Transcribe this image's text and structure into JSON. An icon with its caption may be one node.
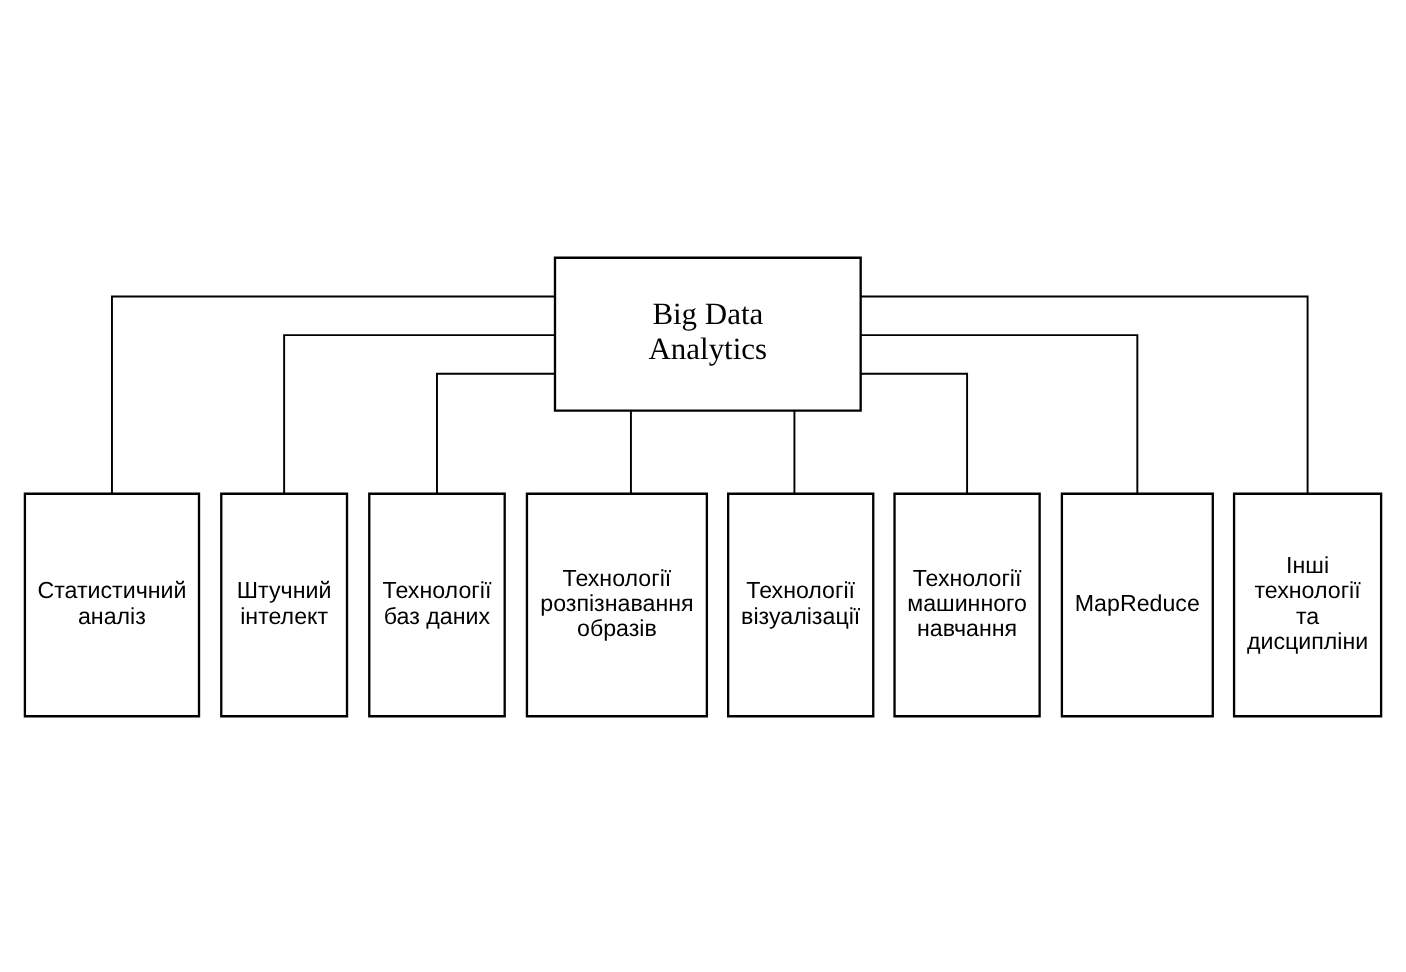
{
  "diagram": {
    "nodes": [
      {
        "text": [
          "Big Data Analytics"
        ]
      },
      {
        "text": [
          "Статистичний аналіз"
        ]
      },
      {
        "text": [
          "Штучний інтелект"
        ]
      },
      {
        "text": [
          "Технології баз даних"
        ]
      },
      {
        "text": [
          "Технології розпізнавання образів"
        ]
      },
      {
        "text": [
          "Технології візуалізації"
        ]
      },
      {
        "text": [
          "Технології машинного навчання"
        ]
      },
      {
        "text": [
          "MapReduce"
        ]
      },
      {
        "text": [
          "Інші технології та дисципліни"
        ]
      }
    ],
    "edges": [
      {
        "from": 0,
        "to": 1,
        "arrow": "none"
      },
      {
        "from": 0,
        "to": 2,
        "arrow": "none"
      },
      {
        "from": 0,
        "to": 3,
        "arrow": "none"
      },
      {
        "from": 0,
        "to": 4,
        "arrow": "none"
      },
      {
        "from": 0,
        "to": 5,
        "arrow": "none"
      },
      {
        "from": 0,
        "to": 6,
        "arrow": "none"
      },
      {
        "from": 0,
        "to": 7,
        "arrow": "none"
      },
      {
        "from": 0,
        "to": 8,
        "arrow": "none"
      }
    ]
  }
}
